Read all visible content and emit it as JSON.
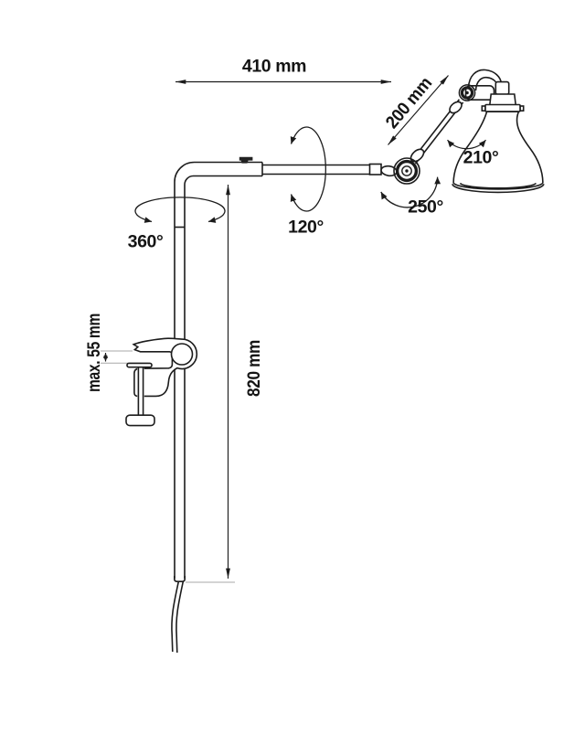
{
  "page": {
    "background": "#ffffff",
    "line_color": "#1c1c1c",
    "text_color": "#141414"
  },
  "diagram": {
    "description": "technical-dimension-drawing-of-clamp-lamp",
    "labels": {
      "width": "410 mm",
      "forearm_length": "200 mm",
      "shade_rotation": "210°",
      "elbow_rotation": "250°",
      "arm_rotation": "120°",
      "pole_rotation": "360°",
      "clamp_capacity": "max. 55 mm",
      "height": "820 mm"
    }
  }
}
